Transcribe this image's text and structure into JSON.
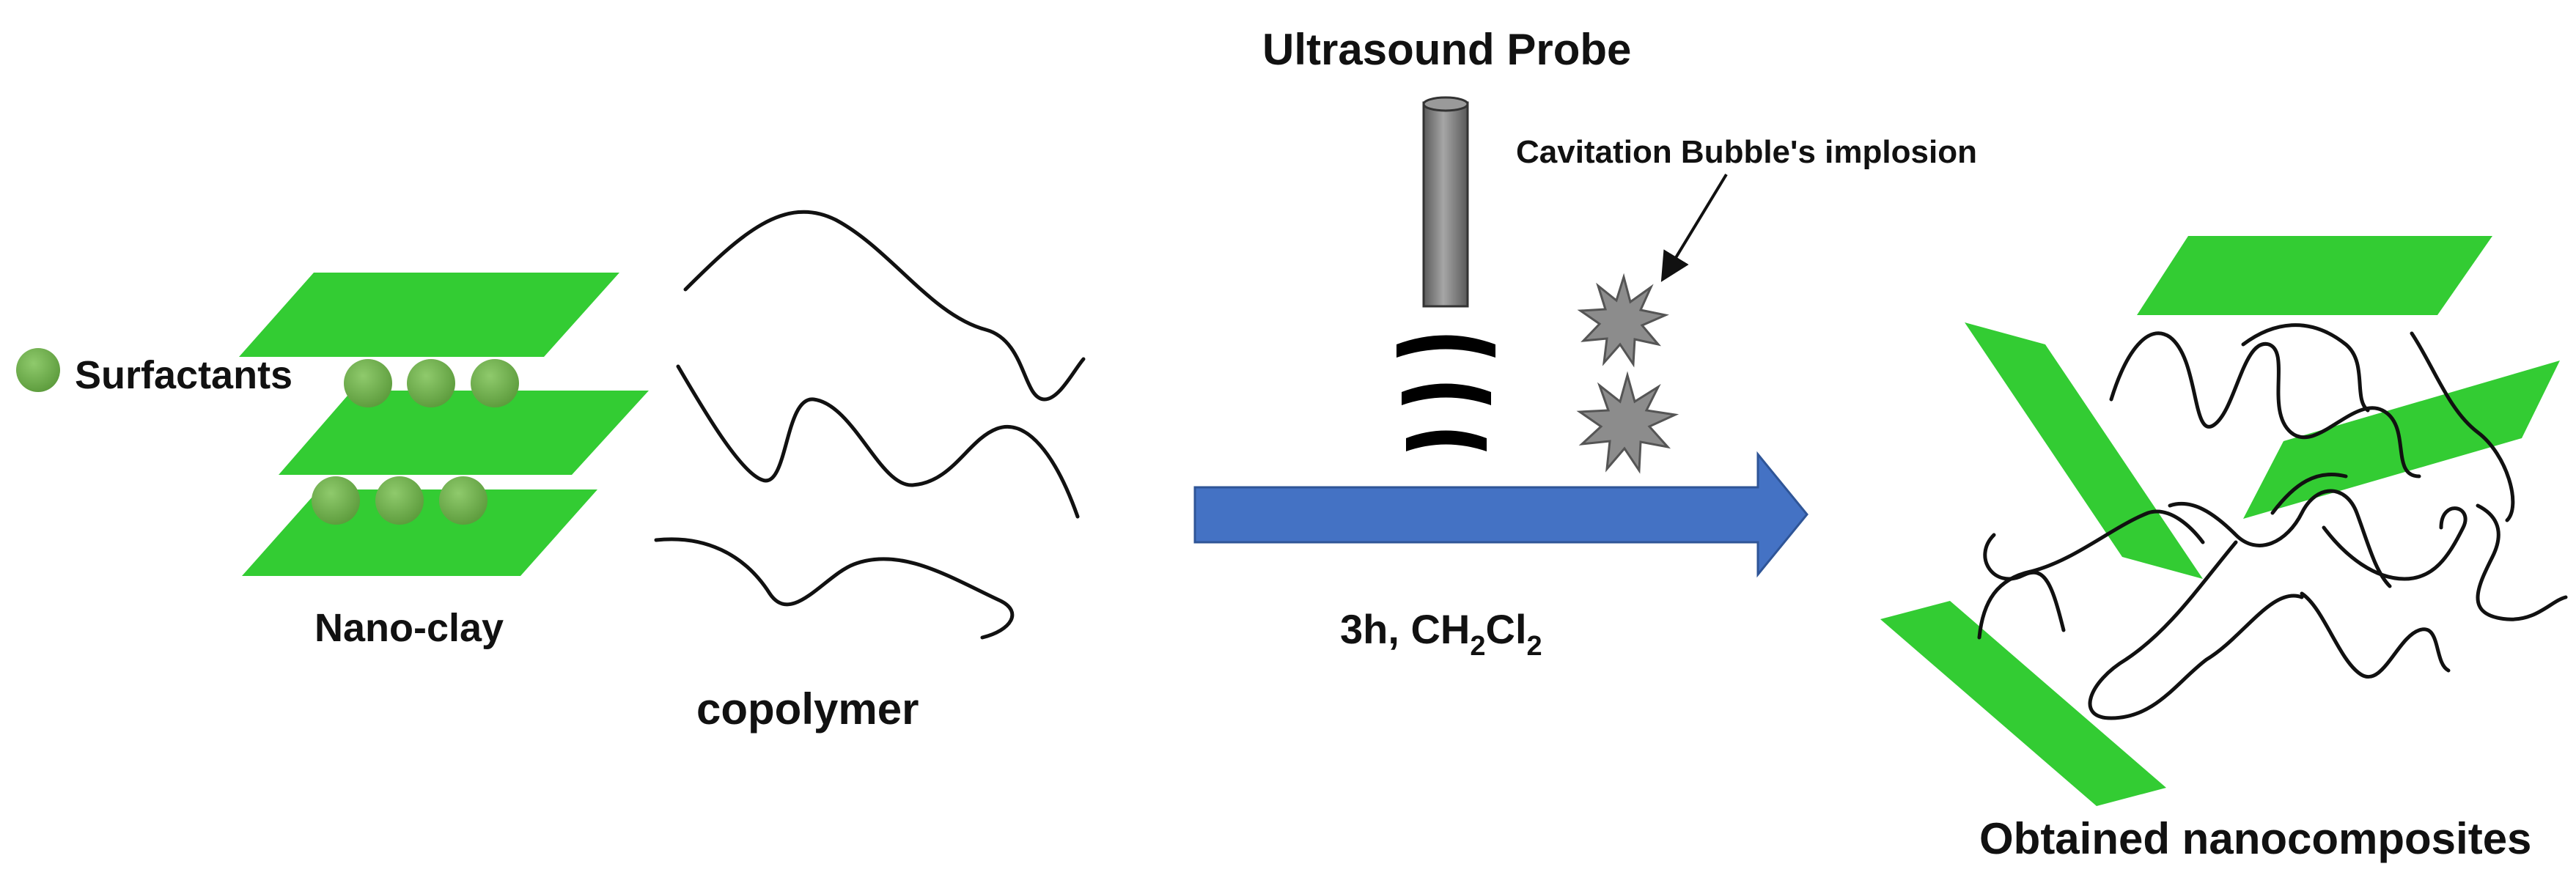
{
  "labels": {
    "surfactants": "Surfactants",
    "nano_clay": "Nano-clay",
    "copolymer": "copolymer",
    "ultrasound_probe": "Ultrasound Probe",
    "cavitation": "Cavitation Bubble's implosion",
    "condition_prefix": "3h, CH",
    "condition_sub1": "2",
    "condition_cl": "Cl",
    "condition_sub2": "2",
    "product": "Obtained nanocomposites"
  },
  "colors": {
    "clay_green": "#33cc33",
    "surfactant_green": "#6aa84f",
    "arrow_blue": "#4472c4",
    "probe_gray": "#7f7f7f",
    "bubble_gray": "#8c8c8c",
    "ink": "#111111"
  }
}
